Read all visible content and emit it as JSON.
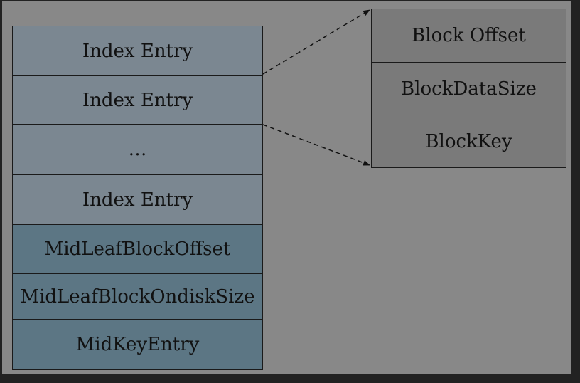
{
  "left_stack": [
    {
      "label": "Index Entry",
      "kind": "entry"
    },
    {
      "label": "Index Entry",
      "kind": "entry"
    },
    {
      "label": "…",
      "kind": "entry"
    },
    {
      "label": "Index Entry",
      "kind": "entry"
    },
    {
      "label": "MidLeafBlockOffset",
      "kind": "meta"
    },
    {
      "label": "MidLeafBlockOndiskSize",
      "kind": "meta"
    },
    {
      "label": "MidKeyEntry",
      "kind": "meta"
    }
  ],
  "entry_detail": [
    {
      "label": "Block Offset"
    },
    {
      "label": "BlockDataSize"
    },
    {
      "label": "BlockKey"
    }
  ],
  "colors": {
    "background": "#888888",
    "entry_fill": "#7b8791",
    "meta_fill": "#5c7684",
    "detail_fill": "#7a7a7a",
    "stroke": "#1a1a1a"
  }
}
